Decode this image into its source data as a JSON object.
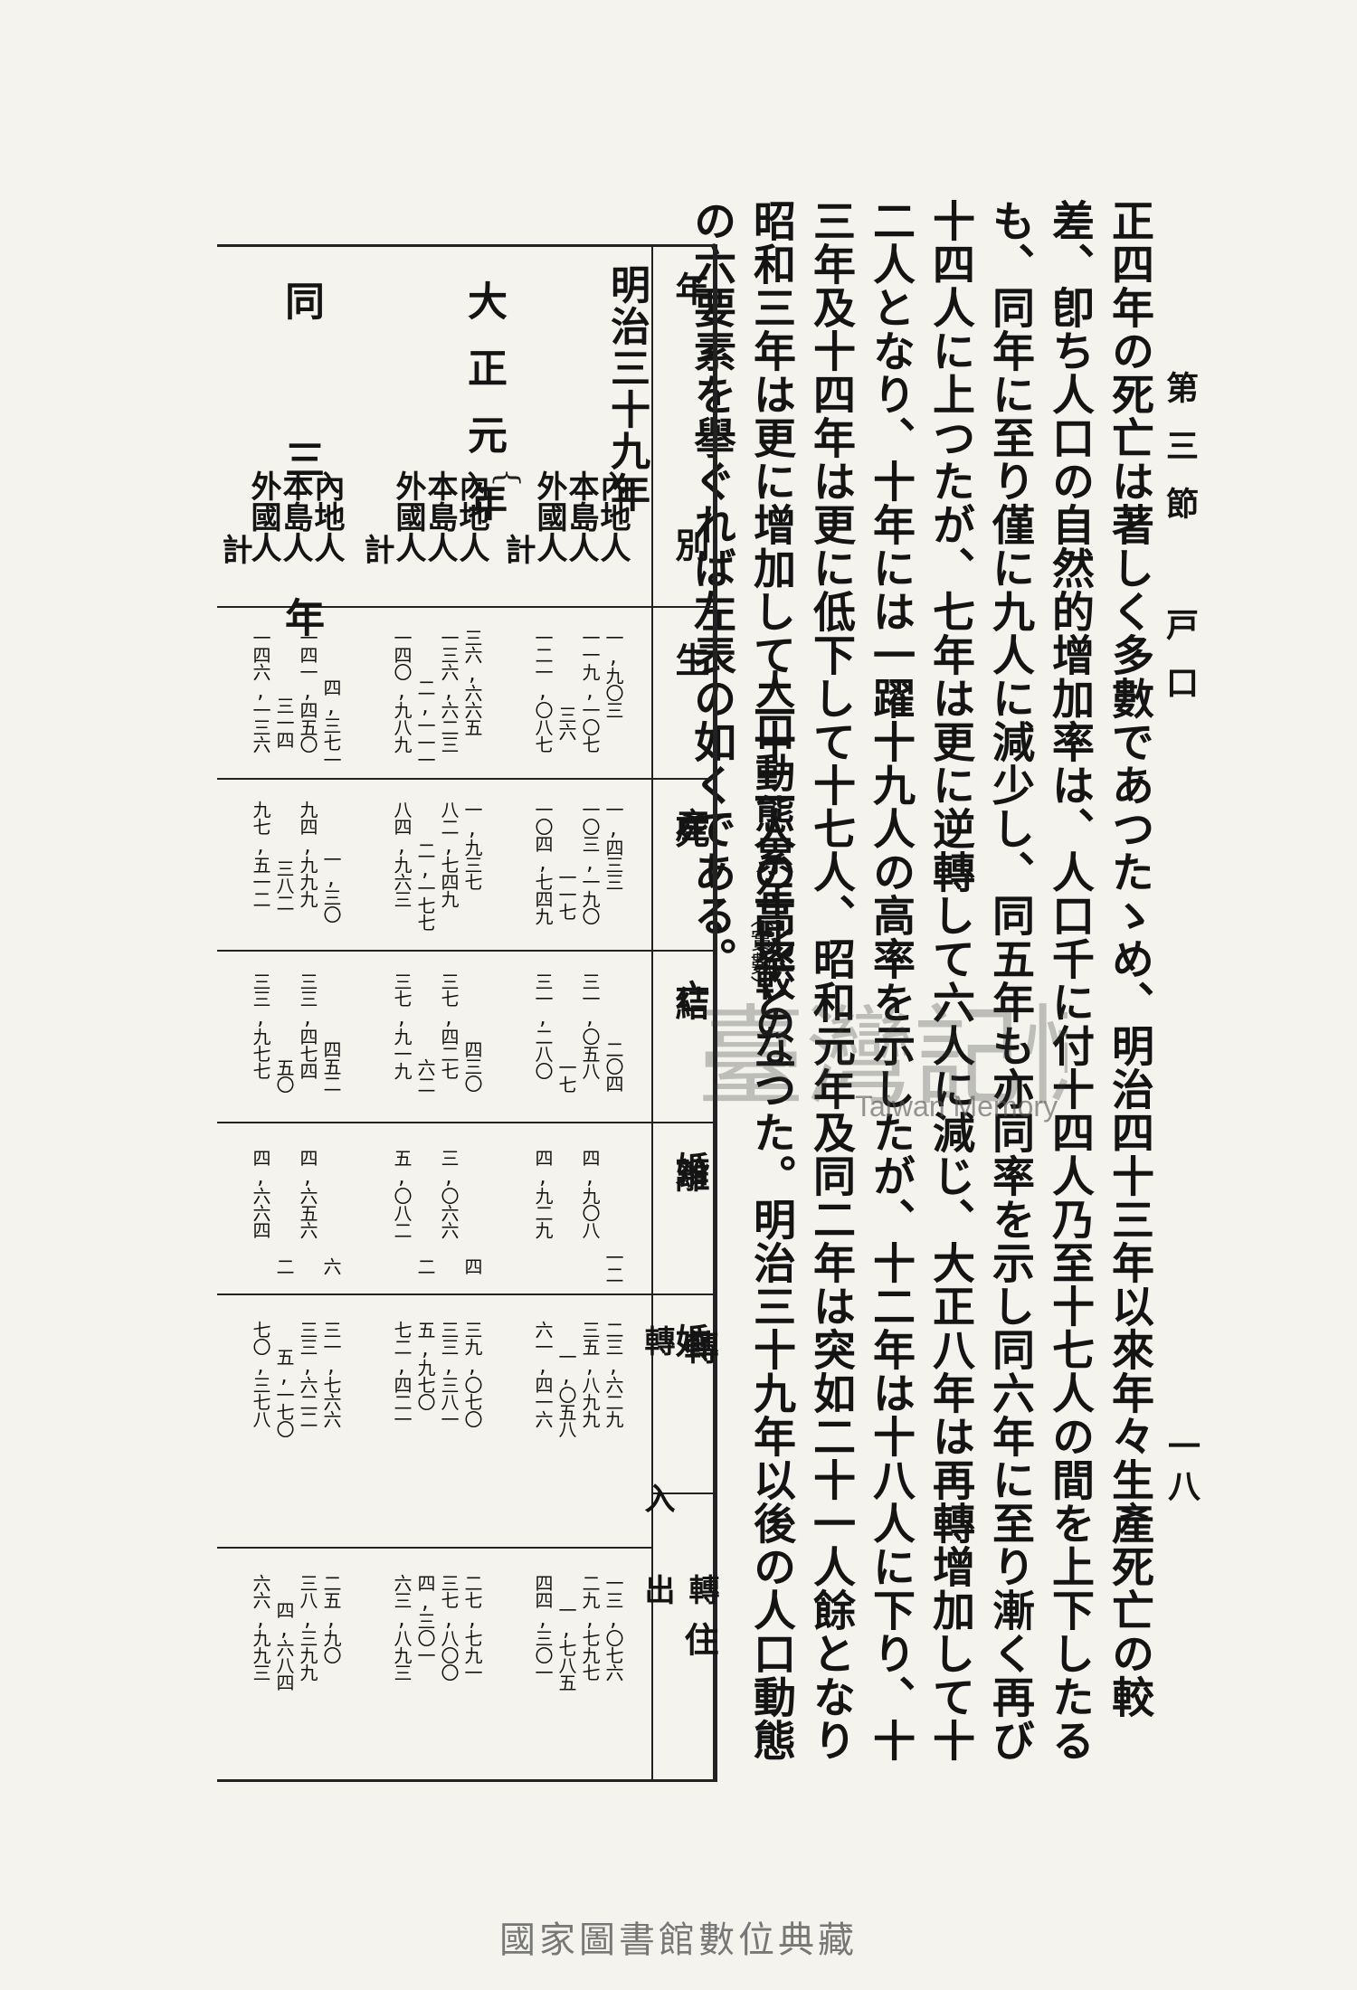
{
  "header": {
    "left": "第三節 戸口",
    "right": "一八"
  },
  "body": {
    "paragraph": "正四年の死亡は著しく多數であつたゝめ、明治四十三年以來年々生產死亡の較差、卽ち人口の自然的增加率は、人口千に付十四人乃至十七人の間を上下したるも、同年に至り僅に九人に減少し、同五年も亦同率を示し同六年に至り漸く再び十四人に上つたが、七年は更に逆轉して六人に減じ、大正八年は再轉增加して十二人となり、十年には一躍十九人の高率を示したが、十二年は十八人に下り、十三年及十四年は更に低下して十七人、昭和元年及同二年は突如二十一人餘となり昭和三年は更に增加して二十二人の高率となつた。明治三十九年以後の人口動態の六要素を擧ぐれば左表の如くである。"
  },
  "table": {
    "title": "人口動態累年比較の一",
    "unit": "（實數）",
    "headers": {
      "year_col": "年 別",
      "birth": "生 產",
      "death": "死 亡",
      "marriage": "結 婚",
      "divorce": "離 婚",
      "migration": "轉 住",
      "in": "轉 入",
      "out": "轉 出"
    },
    "groups": [
      {
        "year": "明治三十九年",
        "sub": [
          "內地人",
          "本島人",
          "外國人",
          "計"
        ],
        "birth": [
          "一,九〇三",
          "一一九,一〇七",
          "三六",
          "一二一,〇八七"
        ],
        "death": [
          "一,四三三",
          "一〇三,一九〇",
          "一一七",
          "一〇四,七四九"
        ],
        "marriage": [
          "二〇四",
          "三一,〇五八",
          "一七",
          "三一,二八〇"
        ],
        "divorce": [
          "一二",
          "四,九〇八",
          "",
          "四,九二九"
        ],
        "in": [
          "二三,六二九",
          "三五,八九九",
          "一,〇五八",
          "六一,四一六"
        ],
        "out": [
          "一三,〇七六",
          "二九,七九七",
          "一,七八五",
          "四四,三〇一"
        ]
      },
      {
        "year": "大正元年",
        "sub": [
          "內地人",
          "本島人",
          "外國人",
          "計"
        ],
        "birth": [
          "三六,六六五",
          "一三六,六二三",
          "二,一一一",
          "一四〇,九八九"
        ],
        "death": [
          "一,九三七",
          "八二,七四九",
          "二,一七七",
          "八四,九六三"
        ],
        "marriage": [
          "四三〇",
          "三七,四二七",
          "六二",
          "三七,九一九"
        ],
        "divorce": [
          "四",
          "三,〇六六",
          "二",
          "五,〇八二"
        ],
        "in": [
          "三九,〇七〇",
          "三三,三八一",
          "五,九七〇",
          "七二,四二一"
        ],
        "out": [
          "二七,七九一",
          "三七,八〇〇",
          "四,三〇一",
          "六三,八九三"
        ]
      },
      {
        "year": "同 三 年",
        "sub": [
          "內地人",
          "本島人",
          "外國人",
          "計"
        ],
        "birth": [
          "四,三七一",
          "一四一,四五〇",
          "三一四",
          "一四六,一三六"
        ],
        "death": [
          "一,三〇",
          "九四,九九九",
          "三八二",
          "九七,五一二"
        ],
        "marriage": [
          "四五二",
          "三三,四七四",
          "五〇",
          "三三,九七七"
        ],
        "divorce": [
          "六",
          "四,六五六",
          "二",
          "四,六六四"
        ],
        "in": [
          "三一,七六六",
          "三三,六二二",
          "五,一七〇",
          "七〇,三七八"
        ],
        "out": [
          "二五,九〇",
          "三八,三九九",
          "四,六八四",
          "六六,九九三"
        ]
      }
    ]
  },
  "watermark": {
    "main": "臺灣記憶",
    "sub": "Taiwan Memory"
  },
  "footer": {
    "text": "國家圖書館數位典藏"
  }
}
